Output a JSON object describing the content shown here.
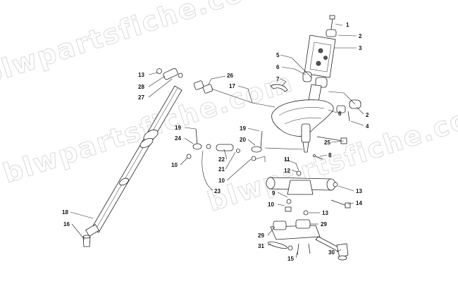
{
  "watermark": {
    "text": "blwpartsfiche.com"
  },
  "callouts": [
    {
      "label": "1"
    },
    {
      "label": "2"
    },
    {
      "label": "3"
    },
    {
      "label": "5"
    },
    {
      "label": "6"
    },
    {
      "label": "7"
    },
    {
      "label": "2"
    },
    {
      "label": "4"
    },
    {
      "label": "6"
    },
    {
      "label": "13"
    },
    {
      "label": "28"
    },
    {
      "label": "27"
    },
    {
      "label": "26"
    },
    {
      "label": "17"
    },
    {
      "label": "19"
    },
    {
      "label": "24"
    },
    {
      "label": "10"
    },
    {
      "label": "19"
    },
    {
      "label": "20"
    },
    {
      "label": "22"
    },
    {
      "label": "21"
    },
    {
      "label": "10"
    },
    {
      "label": "23"
    },
    {
      "label": "25"
    },
    {
      "label": "8"
    },
    {
      "label": "11"
    },
    {
      "label": "12"
    },
    {
      "label": "13"
    },
    {
      "label": "9"
    },
    {
      "label": "14"
    },
    {
      "label": "10"
    },
    {
      "label": "13"
    },
    {
      "label": "29"
    },
    {
      "label": "29"
    },
    {
      "label": "31"
    },
    {
      "label": "15"
    },
    {
      "label": "30"
    },
    {
      "label": "18"
    },
    {
      "label": "16"
    }
  ]
}
